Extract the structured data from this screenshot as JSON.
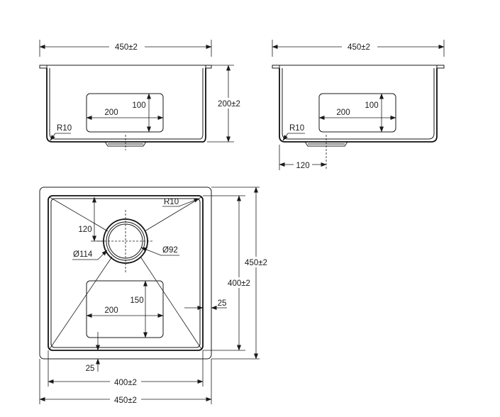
{
  "side_view_left": {
    "width": "450±2",
    "height": "200±2",
    "cutout_w": "200",
    "cutout_h": "100",
    "radius": "R10"
  },
  "side_view_right": {
    "width": "450±2",
    "cutout_w": "200",
    "cutout_h": "100",
    "radius": "R10",
    "drain_offset": "120"
  },
  "top_view": {
    "radius": "R10",
    "drain_offset": "120",
    "outer_diameter": "Ø114",
    "inner_diameter": "Ø92",
    "cutout_w": "200",
    "cutout_h": "150",
    "margin_right": "25",
    "margin_bottom": "25",
    "inner_width": "400±2",
    "outer_width": "450±2",
    "inner_height": "400±2",
    "outer_height": "450±2"
  }
}
